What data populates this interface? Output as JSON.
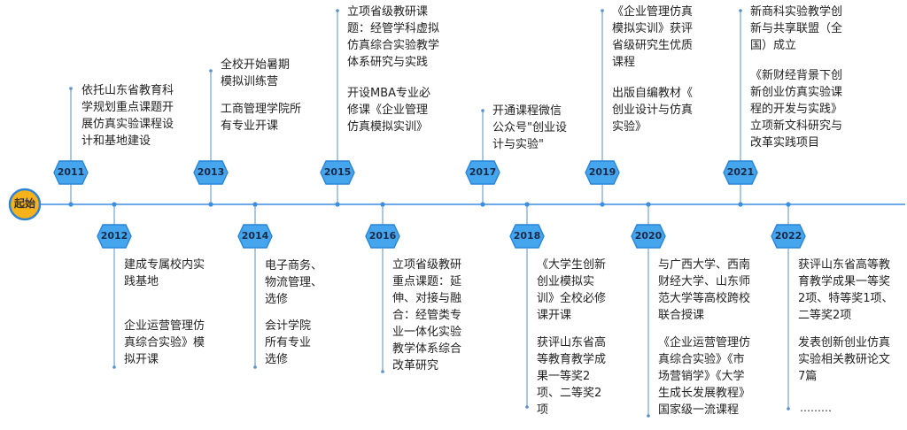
{
  "start_label": "起始",
  "colors": {
    "line": "#3c8fe0",
    "hex_fill": "#45a6ee",
    "hex_stroke": "#2a83d6",
    "start_fill": "#f5b21a",
    "start_stroke": "#2a83d6",
    "text": "#222222"
  },
  "years": {
    "y2011": "2011",
    "y2012": "2012",
    "y2013": "2013",
    "y2014": "2014",
    "y2015": "2015",
    "y2016": "2016",
    "y2017": "2017",
    "y2018": "2018",
    "y2019": "2019",
    "y2020": "2020",
    "y2021": "2021",
    "y2022": "2022"
  },
  "events": {
    "e2011": "依托山东省教育科\n学规划重点课题开\n展仿真实验课程设\n计和基地建设",
    "e2012a": "建成专属校内实\n践基地",
    "e2012b": "企业运营管理仿\n真综合实验》模\n拟开课",
    "e2013a": "全校开始暑期\n模拟训练营",
    "e2013b": "工商管理学院所\n有专业开课",
    "e2014a": "电子商务、\n物流管理、\n选修",
    "e2014b": "会计学院\n所有专业\n选修",
    "e2015a": "立项省级教研课\n题：经管学科虚拟\n仿真综合实验教学\n体系研究与实践",
    "e2015b": "开设MBA专业必\n修课《企业管理\n仿真模拟实训》",
    "e2016": "立项省级教研\n重点课题：延\n伸、对接与融\n合：经管类专\n业一体化实验\n教学体系综合\n改革研究",
    "e2017": "开通课程微信\n公众号\"创业设\n计与实验\"",
    "e2018a": "《大学生创新\n创业模拟实\n训》全校必修\n课开课",
    "e2018b": "获评山东省高\n等教育教学成\n果一等奖2\n项、二等奖2\n项",
    "e2019a": "《企业管理仿真\n模拟实训》获评\n省级研究生优质\n课程",
    "e2019b": "出版自编教材《\n创业设计与仿真\n实验》",
    "e2020a": "与广西大学、西南\n财经大学、山东师\n范大学等高校跨校\n联合授课",
    "e2020b": "《企业运营管理仿\n真综合实验》《市\n场营销学》《大学\n生成长发展教程》\n国家级一流课程",
    "e2021a": "新商科实验教学创\n新与共享联盟（全\n国）成立",
    "e2021b": "《新财经背景下创\n新创业仿真实验课\n程的开发与实践》\n立项新文科研究与\n改革实践项目",
    "e2022a": "获评山东省高等教\n育教学成果一等奖\n2项、特等奖1项、\n二等奖2项",
    "e2022b": "发表创新创业仿真\n实验相关教研论文\n7篇",
    "e2022_more": "………"
  }
}
